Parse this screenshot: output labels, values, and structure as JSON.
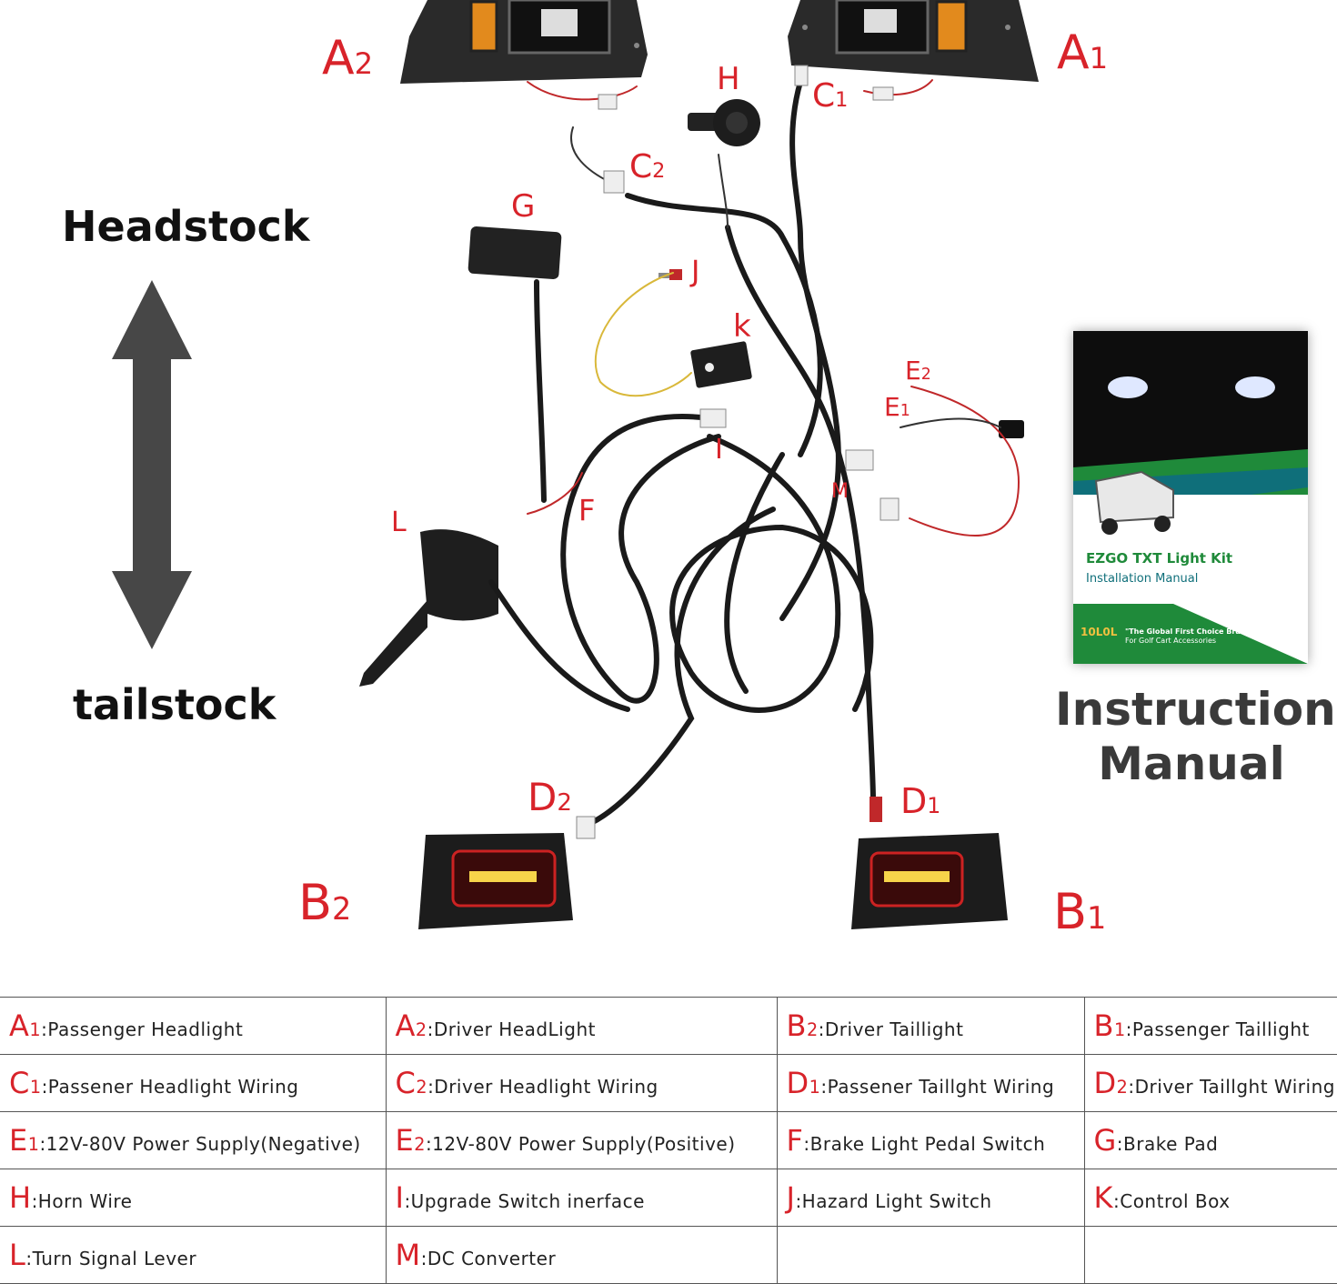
{
  "diagram": {
    "labels": {
      "A2": {
        "letter": "A",
        "num": "2"
      },
      "A1": {
        "letter": "A",
        "num": "1"
      },
      "H": {
        "letter": "H",
        "num": ""
      },
      "C1": {
        "letter": "C",
        "num": "1"
      },
      "C2": {
        "letter": "C",
        "num": "2"
      },
      "G": {
        "letter": "G",
        "num": ""
      },
      "J": {
        "letter": "J",
        "num": ""
      },
      "K": {
        "letter": "k",
        "num": ""
      },
      "E2": {
        "letter": "E",
        "num": "2"
      },
      "E1": {
        "letter": "E",
        "num": "1"
      },
      "I": {
        "letter": "I",
        "num": ""
      },
      "M": {
        "letter": "M",
        "num": ""
      },
      "F": {
        "letter": "F",
        "num": ""
      },
      "L": {
        "letter": "L",
        "num": ""
      },
      "D2": {
        "letter": "D",
        "num": "2"
      },
      "D1": {
        "letter": "D",
        "num": "1"
      },
      "B2": {
        "letter": "B",
        "num": "2"
      },
      "B1": {
        "letter": "B",
        "num": "1"
      }
    },
    "headstock": "Headstock",
    "tailstock": "tailstock",
    "label_color": "#d8232a",
    "arrow_color": "#474747"
  },
  "manual": {
    "title": "EZGO TXT Light Kit",
    "subtitle": "Installation Manual",
    "brand_line1": "\"The Global First Choice Brand",
    "brand_line2": "For Golf Cart Accessories",
    "brand_logo": "10L0L",
    "caption_line1": "Instruction",
    "caption_line2": "Manual",
    "green": "#1f8a3a"
  },
  "legend": {
    "rows": [
      [
        {
          "code": "A",
          "num": "1",
          "text": ":Passenger Headlight"
        },
        {
          "code": "A",
          "num": "2",
          "text": ":Driver HeadLight"
        },
        {
          "code": "B",
          "num": "2",
          "text": ":Driver Taillight"
        },
        {
          "code": "B",
          "num": "1",
          "text": ":Passenger Taillight"
        }
      ],
      [
        {
          "code": "C",
          "num": "1",
          "text": ":Passener Headlight Wiring"
        },
        {
          "code": "C",
          "num": "2",
          "text": ":Driver Headlight Wiring"
        },
        {
          "code": "D",
          "num": "1",
          "text": ":Passener Taillght Wiring"
        },
        {
          "code": "D",
          "num": "2",
          "text": ":Driver Taillght Wiring"
        }
      ],
      [
        {
          "code": "E",
          "num": "1",
          "text": ":12V-80V Power Supply(Negative)"
        },
        {
          "code": "E",
          "num": "2",
          "text": ":12V-80V Power Supply(Positive)"
        },
        {
          "code": "F",
          "num": "",
          "text": ":Brake Light Pedal Switch"
        },
        {
          "code": "G",
          "num": "",
          "text": ":Brake Pad"
        }
      ],
      [
        {
          "code": "H",
          "num": "",
          "text": ":Horn Wire"
        },
        {
          "code": "I",
          "num": "",
          "text": ":Upgrade Switch inerface"
        },
        {
          "code": "J",
          "num": "",
          "text": ":Hazard Light Switch"
        },
        {
          "code": "K",
          "num": "",
          "text": ":Control Box"
        }
      ],
      [
        {
          "code": "L",
          "num": "",
          "text": ":Turn Signal Lever"
        },
        {
          "code": "M",
          "num": "",
          "text": ":DC Converter"
        },
        {
          "code": "",
          "num": "",
          "text": ""
        },
        {
          "code": "",
          "num": "",
          "text": ""
        }
      ]
    ]
  }
}
